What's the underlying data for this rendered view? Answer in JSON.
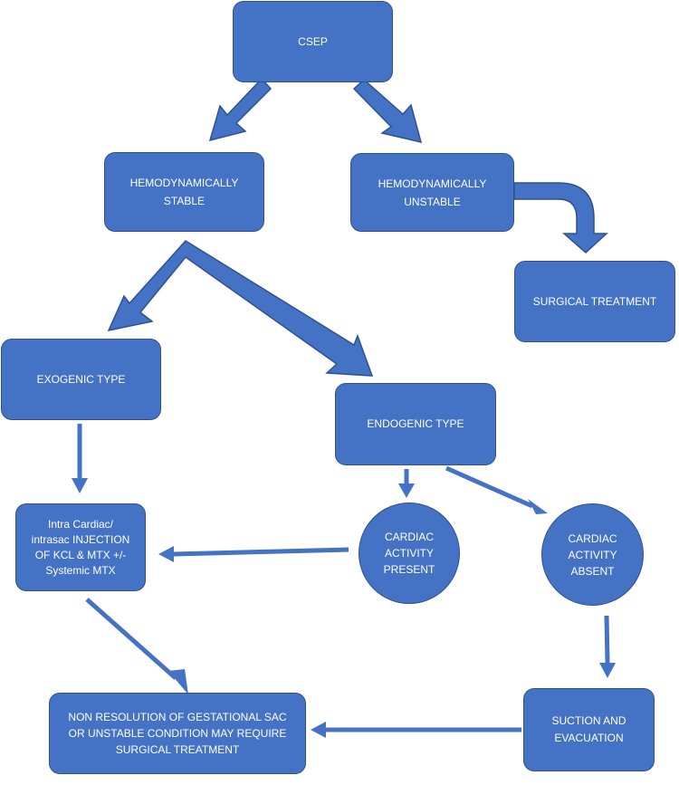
{
  "diagram": {
    "colors": {
      "fill": "#4472c4",
      "stroke": "#2f528f",
      "text": "#ffffff"
    },
    "nodes": {
      "csep": "CSEP",
      "stable": "HEMODYNAMICALLY\nSTABLE",
      "unstable": "HEMODYNAMICALLY\nUNSTABLE",
      "surgical": "SURGICAL TREATMENT",
      "exogenic": "EXOGENIC TYPE",
      "endogenic": "ENDOGENIC TYPE",
      "injection": "Intra Cardiac/\nintrasac  INJECTION\nOF KCL & MTX +/-\nSystemic MTX",
      "cardiac_present": "CARDIAC\nACTIVITY\nPRESENT",
      "cardiac_absent": "CARDIAC\nACTIVITY\nABSENT",
      "suction": "SUCTION AND\nEVACUATION",
      "non_resolution": "NON RESOLUTION OF GESTATIONAL SAC\nOR UNSTABLE CONDITION MAY REQUIRE\nSURGICAL TREATMENT"
    }
  }
}
